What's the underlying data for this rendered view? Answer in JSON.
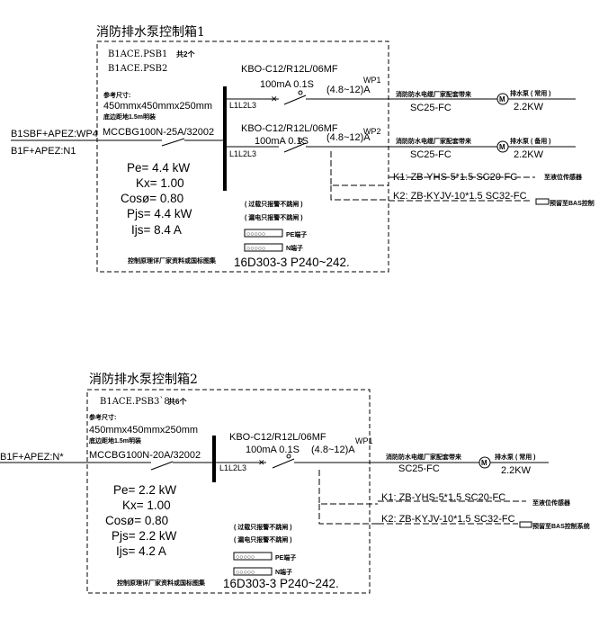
{
  "panel1": {
    "title": "消防排水泵控制箱1",
    "code_a": "B1ACE.PSB1",
    "code_b": "B1ACE.PSB2",
    "count": "共2个",
    "size_label": "参考尺寸:",
    "size": "450mmx450mmx250mm",
    "mount": "底边距地1.5m明装",
    "feeder_a": "B1SBF+APEZ:WP4",
    "feeder_b": "B1F+APEZ:N1",
    "breaker_main": "MCCBG100N-25A/32002",
    "bus_label": "L1L2L3",
    "pe": "Pe=  4.4  kW",
    "kx": "Kx= 1.00",
    "cos": "Cosø= 0.80",
    "pjs": "Pjs=  4.4  kW",
    "ijs": "Ijs=  8.4   A",
    "over_alarm": "( 过载只报警不跳闸 )",
    "leak_alarm": "( 漏电只报警不跳闸 )",
    "pe_terminal": "PE端子",
    "n_terminal": "N端子",
    "terminal_glyph": "○○○○○",
    "note_prefix": "控制原理详厂家资料或国标图集",
    "note": "16D303-3 P240~242.",
    "circuits": [
      {
        "breaker": "KBO-C12/R12L/06MF",
        "leak": "100mA 0.1S",
        "range": "(4.8~12)A",
        "wp": "WP1",
        "cable_note": "消防防水电缆厂家配套带来",
        "conduit": "SC25-FC",
        "pump": "排水泵 ( 常用 )",
        "power": "2.2KW",
        "motor": "M"
      },
      {
        "breaker": "KBO-C12/R12L/06MF",
        "leak": "100mA 0.1S",
        "range": "(4.8~12)A",
        "wp": "WP2",
        "cable_note": "消防防水电缆厂家配套带来",
        "conduit": "SC25-FC",
        "pump": "排水泵 ( 备用 )",
        "power": "2.2KW",
        "motor": "M"
      }
    ],
    "k1": "K1: ZB-YHS-5*1.5  SC20-FC",
    "k1_note": "至液位传感器",
    "k2": "K2: ZB-KYJV-10*1.5 SC32-FC",
    "k2_note": "预留至BAS控制",
    "box_glyph": "□□□"
  },
  "panel2": {
    "title": "消防排水泵控制箱2",
    "code_a": "B1ACE.PSB3`8",
    "count": "共6个",
    "size_label": "参考尺寸:",
    "size": "450mmx450mmx250mm",
    "mount": "底边距地1.5m明装",
    "feeder_a": "B1F+APEZ:N*",
    "breaker_main": "MCCBG100N-20A/32002",
    "bus_label": "L1L2L3",
    "pe": "Pe=  2.2  kW",
    "kx": "Kx= 1.00",
    "cos": "Cosø= 0.80",
    "pjs": "Pjs=  2.2  kW",
    "ijs": "Ijs=  4.2   A",
    "over_alarm": "( 过载只报警不跳闸 )",
    "leak_alarm": "( 漏电只报警不跳闸 )",
    "pe_terminal": "PE端子",
    "n_terminal": "N端子",
    "terminal_glyph": "○○○○○",
    "note_prefix": "控制原理详厂家资料或国标图集",
    "note": "16D303-3 P240~242.",
    "circuit": {
      "breaker": "KBO-C12/R12L/06MF",
      "leak": "100mA 0.1S",
      "range": "(4.8~12)A",
      "wp": "WP1",
      "cable_note": "消防防水电缆厂家配套带来",
      "conduit": "SC25-FC",
      "pump": "排水泵 ( 常用 )",
      "power": "2.2KW",
      "motor": "M"
    },
    "k1": "K1: ZB-YHS-5*1.5  SC20-FC",
    "k1_note": "至液位传感器",
    "k2": "K2: ZB-KYJV-10*1.5 SC32-FC",
    "k2_note": "预留至BAS控制系统",
    "box_glyph": "□□□"
  }
}
